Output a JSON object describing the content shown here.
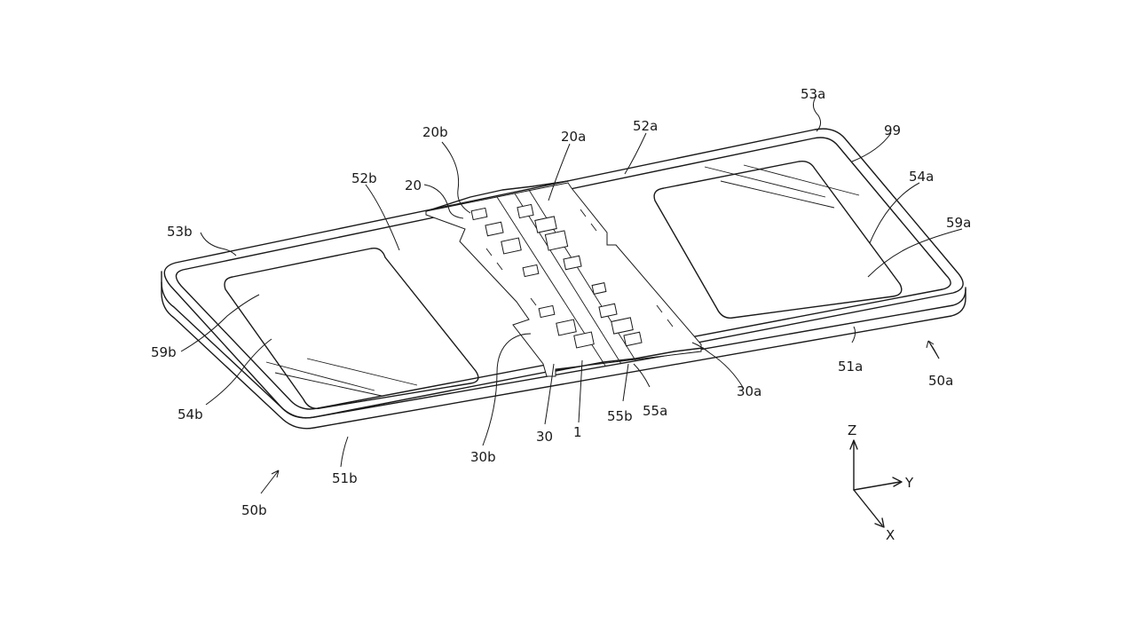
{
  "figure": {
    "labels": {
      "l53a": "53a",
      "l99": "99",
      "l20b": "20b",
      "l20a": "20a",
      "l52a": "52a",
      "l52b": "52b",
      "l20": "20",
      "l54a": "54a",
      "l53b": "53b",
      "l59a": "59a",
      "l59b": "59b",
      "l54b": "54b",
      "l30a": "30a",
      "l51a": "51a",
      "l50a": "50a",
      "l55b": "55b",
      "l55a": "55a",
      "l30": "30",
      "l1": "1",
      "l30b": "30b",
      "l51b": "51b",
      "l50b": "50b"
    },
    "axes": {
      "z": "Z",
      "y": "Y",
      "x": "X"
    }
  }
}
